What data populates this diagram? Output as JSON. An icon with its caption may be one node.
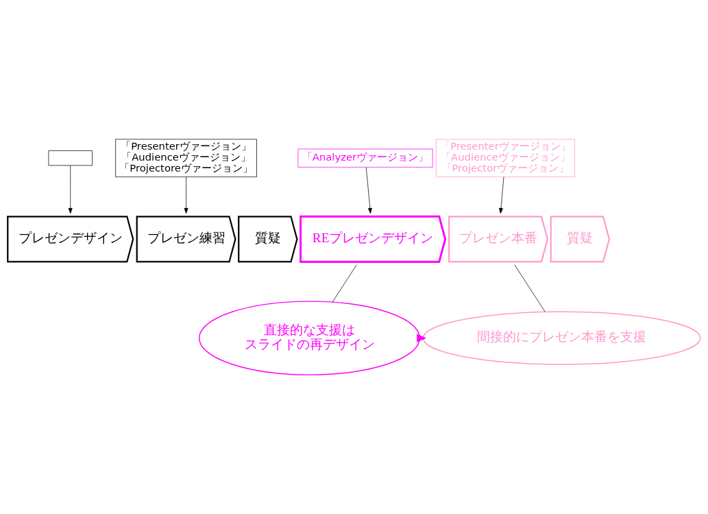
{
  "diagram": {
    "nodes": [
      {
        "text": [],
        "shape": "box"
      },
      {
        "text": [
          "「Presenterヴァージョン」",
          "「Audienceヴァージョン」",
          "「Projectoreヴァージョン」"
        ]
      },
      {
        "text": [
          "「Analyzerヴァージョン」"
        ]
      },
      {
        "text": [
          "「Presenterヴァージョン」",
          "「Audienceヴァージョン」",
          "「Projectorヴァージョン」"
        ]
      },
      {
        "text": [
          "プレゼンデザイン"
        ]
      },
      {
        "text": [
          "プレゼン練習"
        ]
      },
      {
        "text": [
          "質疑"
        ]
      },
      {
        "text": [
          "REプレゼンデザイン"
        ]
      },
      {
        "text": [
          "プレゼン本番"
        ]
      },
      {
        "text": [
          "質疑"
        ]
      },
      {
        "text": [
          "直接的な支援は",
          "スライドの再デザイン"
        ]
      },
      {
        "text": [
          "間接的にプレゼン本番を支援"
        ]
      }
    ],
    "edges": [
      {
        "from": 0,
        "to": 4,
        "arrow": "to"
      },
      {
        "from": 1,
        "to": 5,
        "arrow": "to"
      },
      {
        "from": 2,
        "to": 7,
        "arrow": "to"
      },
      {
        "from": 3,
        "to": 8,
        "arrow": "to"
      },
      {
        "from": 10,
        "to": 7,
        "arrow": "none"
      },
      {
        "from": 11,
        "to": 8,
        "arrow": "none"
      },
      {
        "from": 10,
        "to": 11,
        "arrow": "to",
        "style": "thick",
        "color": "#ff00ff"
      }
    ]
  }
}
